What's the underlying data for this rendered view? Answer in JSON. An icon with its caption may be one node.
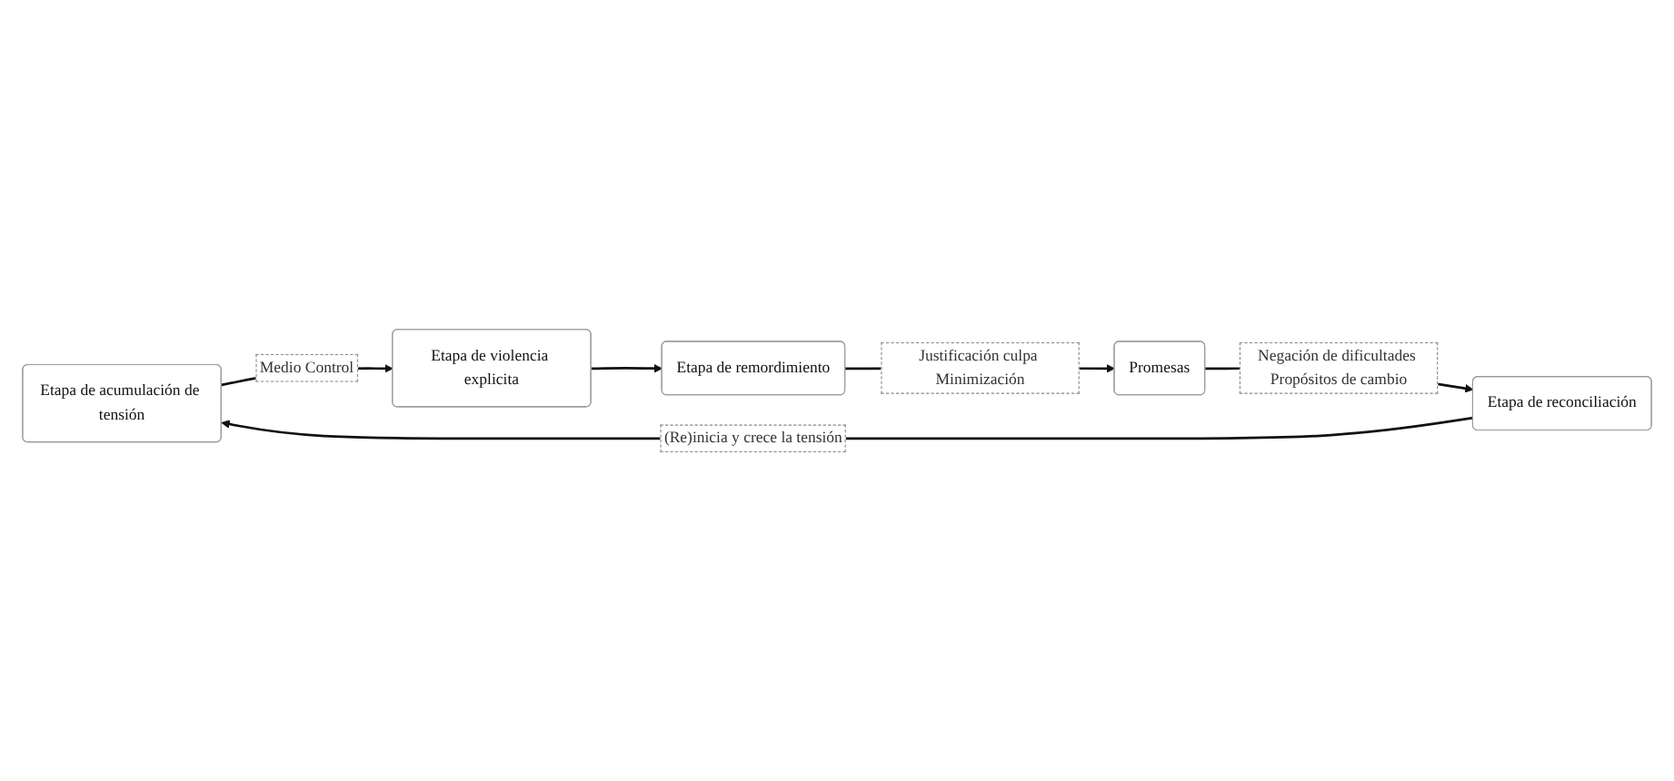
{
  "diagram": {
    "nodes": [
      {
        "text": [
          "Etapa de acumulación de tensión"
        ]
      },
      {
        "text": [
          "Etapa de violencia explicita"
        ]
      },
      {
        "text": [
          "Etapa de remordimiento"
        ]
      },
      {
        "text": [
          "Promesas"
        ]
      },
      {
        "text": [
          "Etapa de reconciliación"
        ]
      }
    ],
    "edges": [
      {
        "from": 0,
        "to": 1,
        "arrow": "to",
        "label": "Medio Control"
      },
      {
        "from": 1,
        "to": 2,
        "arrow": "to"
      },
      {
        "from": 2,
        "to": 3,
        "arrow": "to",
        "label": "Justificación culpa Minimización"
      },
      {
        "from": 3,
        "to": 4,
        "arrow": "to",
        "label": "Negación de dificultades Propósitos de cambio"
      },
      {
        "from": 4,
        "to": 0,
        "arrow": "to",
        "label": "(Re)inicia y crece la tensión"
      }
    ]
  }
}
